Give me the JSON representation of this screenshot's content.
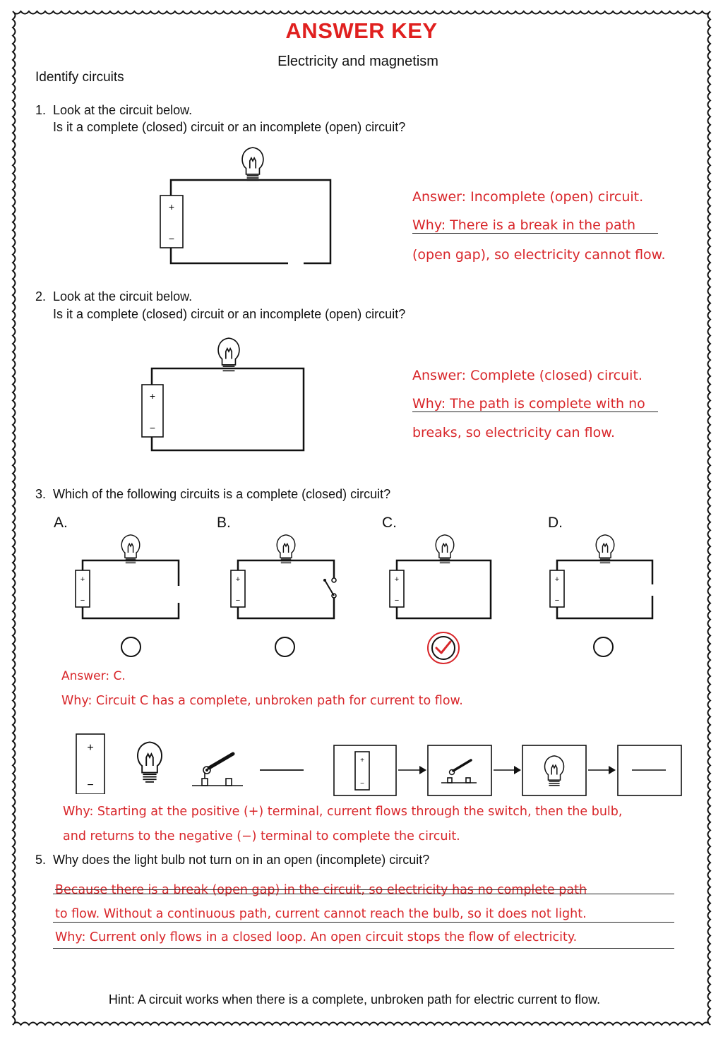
{
  "header": {
    "title": "ANSWER KEY",
    "subtitle": "Electricity and magnetism",
    "section": "Identify circuits"
  },
  "q1": {
    "number": "1.",
    "line1": "Look at the circuit below.",
    "line2": "Is it a complete (closed) circuit or an incomplete (open) circuit?",
    "answer": "Answer: Incomplete (open) circuit.",
    "why1": "Why: There is a break in the path",
    "why2": "(open gap), so electricity cannot flow."
  },
  "q2": {
    "number": "2.",
    "line1": "Look at the circuit below.",
    "line2": "Is it a complete (closed) circuit or an incomplete (open) circuit?",
    "answer": "Answer: Complete (closed) circuit.",
    "why1": "Why: The path is complete with no",
    "why2": "breaks, so electricity can flow."
  },
  "q3": {
    "number": "3.",
    "question": "Which of the following circuits is a complete (closed) circuit?",
    "options": [
      "A.",
      "B.",
      "C.",
      "D."
    ],
    "selected_index": 2,
    "answer": "Answer: C.",
    "why": "Why: Circuit C has a complete, unbroken path for current to flow."
  },
  "battery": {
    "plus": "+",
    "minus": "−"
  },
  "q4": {
    "why1": "Why: Starting at the positive (+) terminal, current flows through the switch, then the bulb,",
    "why2": "and returns to the negative (−) terminal to complete the circuit."
  },
  "q5": {
    "number": "5.",
    "question": "Why does the light bulb not turn on in an open (incomplete) circuit?",
    "line1": "Because there is a break (open gap) in the circuit, so electricity has no complete path",
    "line2": "to flow. Without a continuous path, current cannot reach the bulb, so it does not light.",
    "line3": "Why: Current only flows in a closed loop. An open circuit stops the flow of electricity."
  },
  "hint": "Hint: A circuit works when there is a complete, unbroken path for electric current to flow.",
  "colors": {
    "accent": "#d8262a",
    "title": "#e0201f",
    "ink": "#111111"
  }
}
